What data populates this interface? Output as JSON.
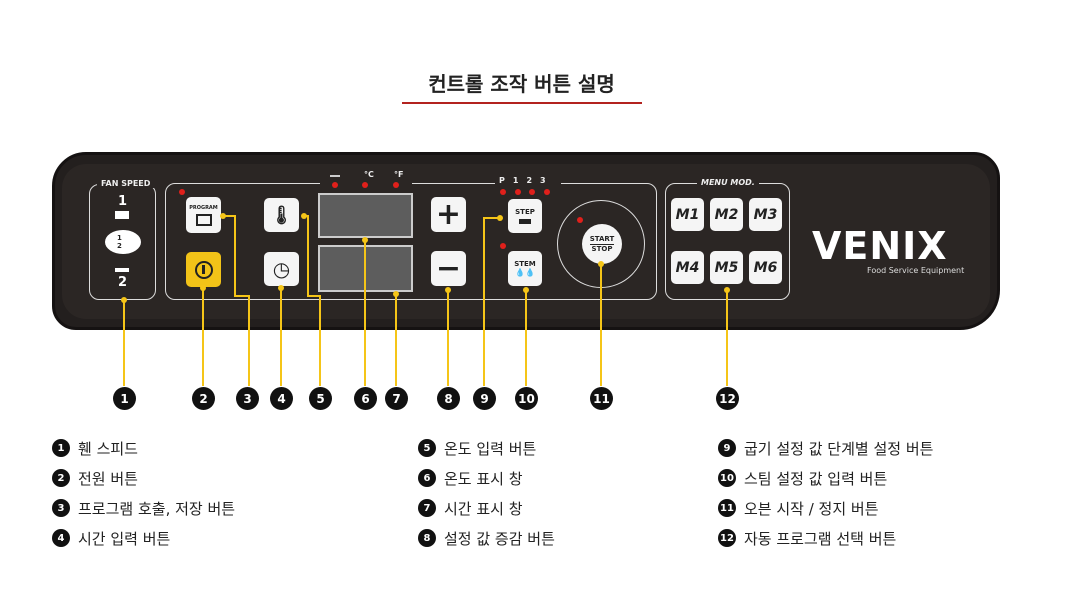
{
  "title": "컨트롤 조작 버튼 설명",
  "panel": {
    "fan_speed": "FAN SPEED",
    "fan_1": "1",
    "fan_2": "2",
    "fan_toggle_1": "1",
    "fan_toggle_2": "2",
    "program": "PROGRAM",
    "step": "STEP",
    "stem": "STEM",
    "start": "START",
    "stop": "STOP",
    "unit_c": "°C",
    "unit_f": "°F",
    "steps": [
      "P",
      "1",
      "2",
      "3"
    ],
    "menu_mod": "MENU MOD.",
    "menu": [
      "M1",
      "M2",
      "M3",
      "M4",
      "M5",
      "M6"
    ],
    "brand": "VENIX",
    "brand_sub": "Food Service Equipment"
  },
  "callouts": [
    "1",
    "2",
    "3",
    "4",
    "5",
    "6",
    "7",
    "8",
    "9",
    "10",
    "11",
    "12"
  ],
  "legend": [
    {
      "n": "1",
      "text": "휀 스피드"
    },
    {
      "n": "2",
      "text": "전원 버튼"
    },
    {
      "n": "3",
      "text": "프로그램 호출, 저장 버튼"
    },
    {
      "n": "4",
      "text": "시간 입력 버튼"
    },
    {
      "n": "5",
      "text": "온도 입력 버튼"
    },
    {
      "n": "6",
      "text": "온도 표시 창"
    },
    {
      "n": "7",
      "text": "시간 표시 창"
    },
    {
      "n": "8",
      "text": "설정 값 증감 버튼"
    },
    {
      "n": "9",
      "text": "굽기 설정 값 단계별 설정 버튼"
    },
    {
      "n": "10",
      "text": "스팀 설정 값 입력 버튼"
    },
    {
      "n": "11",
      "text": "오븐 시작 / 정지 버튼"
    },
    {
      "n": "12",
      "text": "자동 프로그램 선택 버튼"
    }
  ],
  "colors": {
    "accent": "#f5c518",
    "led": "#e0201b",
    "panel": "#231f1e",
    "title_underline": "#b3231f"
  }
}
